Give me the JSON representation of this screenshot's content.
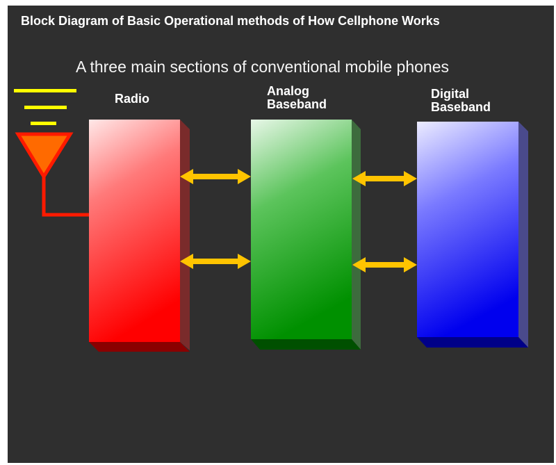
{
  "title": "Block Diagram of  Basic Operational methods of How Cellphone Works",
  "subtitle": "A three main sections of conventional mobile phones",
  "blocks": [
    {
      "id": "radio",
      "label_lines": [
        "Radio"
      ],
      "color": "#ff0000"
    },
    {
      "id": "analog",
      "label_lines": [
        "Analog",
        "Baseband"
      ],
      "color": "#009900"
    },
    {
      "id": "digital",
      "label_lines": [
        "Digital",
        "Baseband"
      ],
      "color": "#0000ff"
    }
  ],
  "colors": {
    "background": "#2f2f2f",
    "arrow": "#ffc400",
    "antenna": "#ff6a00",
    "antenna_outline": "#ff1a00",
    "signal_waves": "#ffff00"
  },
  "connections": [
    {
      "from": "radio",
      "to": "analog",
      "type": "bidirectional-arrow"
    },
    {
      "from": "radio",
      "to": "analog",
      "type": "bidirectional-arrow"
    },
    {
      "from": "analog",
      "to": "digital",
      "type": "bidirectional-arrow"
    },
    {
      "from": "analog",
      "to": "digital",
      "type": "bidirectional-arrow"
    },
    {
      "from": "antenna",
      "to": "radio",
      "type": "wire"
    }
  ],
  "icons": {
    "antenna": "antenna-icon",
    "signal": "signal-waves-icon"
  }
}
